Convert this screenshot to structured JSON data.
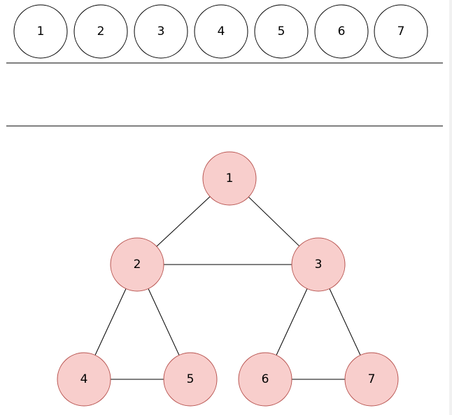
{
  "queue": {
    "items": [
      "1",
      "2",
      "3",
      "4",
      "5",
      "6",
      "7"
    ]
  },
  "graph": {
    "nodes": [
      {
        "id": "1",
        "label": "1"
      },
      {
        "id": "2",
        "label": "2"
      },
      {
        "id": "3",
        "label": "3"
      },
      {
        "id": "4",
        "label": "4"
      },
      {
        "id": "5",
        "label": "5"
      },
      {
        "id": "6",
        "label": "6"
      },
      {
        "id": "7",
        "label": "7"
      }
    ],
    "edges": [
      [
        "1",
        "2"
      ],
      [
        "1",
        "3"
      ],
      [
        "2",
        "3"
      ],
      [
        "2",
        "4"
      ],
      [
        "2",
        "5"
      ],
      [
        "4",
        "5"
      ],
      [
        "3",
        "6"
      ],
      [
        "3",
        "7"
      ],
      [
        "6",
        "7"
      ]
    ]
  },
  "colors": {
    "node_fill": "#f8cecc",
    "node_stroke": "#b85450",
    "queue_fill": "#ffffff",
    "queue_stroke": "#000000",
    "line": "#000000"
  }
}
